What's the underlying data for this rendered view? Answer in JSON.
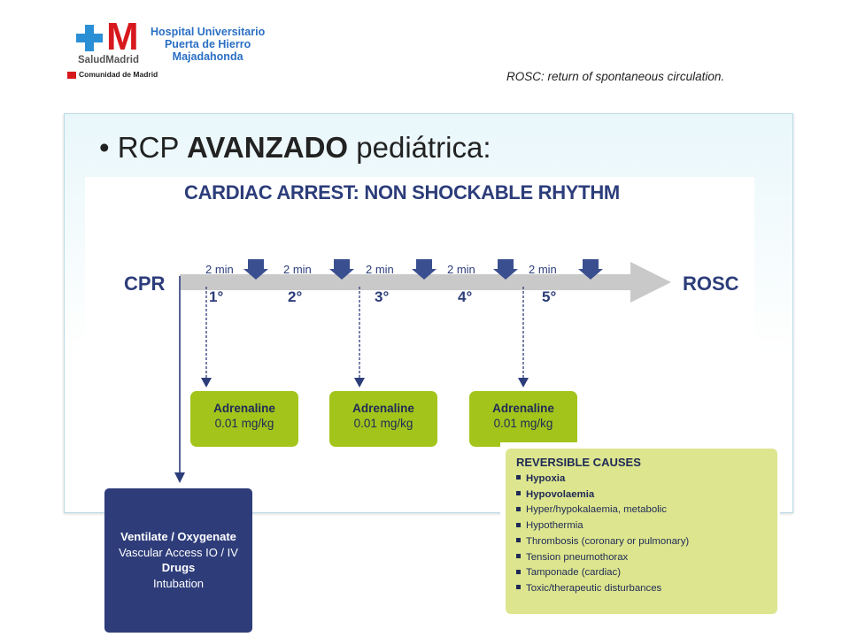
{
  "header": {
    "logo_brand": "SaludMadrid",
    "logo_region": "Comunidad de Madrid",
    "hospital_line1": "Hospital Universitario",
    "hospital_line2": "Puerta de Hierro",
    "hospital_line3": "Majadahonda",
    "rosc_note": "ROSC: return of spontaneous circulation."
  },
  "slide": {
    "bullet_prefix": "RCP ",
    "bullet_bold": "AVANZADO",
    "bullet_suffix": " pediátrica:"
  },
  "diagram": {
    "title": "CARDIAC ARREST: NON SHOCKABLE RHYTHM",
    "start_label": "CPR",
    "end_label": "ROSC",
    "interval_labels": [
      "2 min",
      "2 min",
      "2 min",
      "2 min",
      "2 min"
    ],
    "cycle_labels": [
      "1°",
      "2°",
      "3°",
      "4°",
      "5°"
    ],
    "adrenaline": [
      {
        "title": "Adrenaline",
        "dose": "0.01 mg/kg"
      },
      {
        "title": "Adrenaline",
        "dose": "0.01 mg/kg"
      },
      {
        "title": "Adrenaline",
        "dose": "0.01 mg/kg"
      }
    ],
    "support": {
      "line1": "Ventilate / Oxygenate",
      "line2": "Vascular Access IO / IV",
      "line3": "Drugs",
      "line4": "Intubation"
    },
    "reversible_causes": {
      "title": "REVERSIBLE CAUSES",
      "items": [
        "Hypoxia",
        "Hypovolaemia",
        "Hyper/hypokalaemia, metabolic",
        "Hypothermia",
        "Thrombosis (coronary or pulmonary)",
        "Tension pneumothorax",
        "Tamponade (cardiac)",
        "Toxic/therapeutic disturbances"
      ]
    },
    "colors": {
      "navy": "#2c3d7a",
      "green": "#a3c51b",
      "light_green": "#dde58e",
      "arrow_gray": "#c8c8c8",
      "pulse_arrow": "#3a4f8f"
    }
  }
}
